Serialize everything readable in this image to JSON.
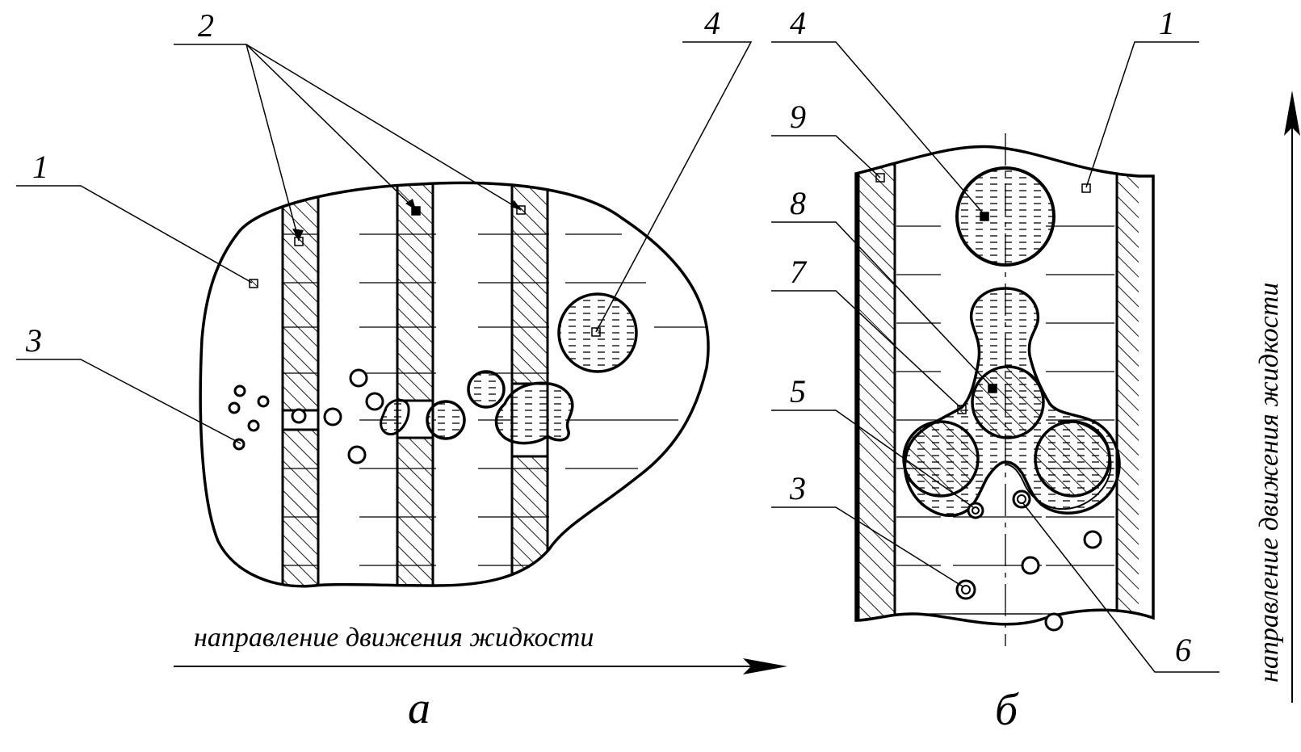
{
  "panel_a": {
    "labels": {
      "l1": "1",
      "l2": "2",
      "l3": "3",
      "l4": "4"
    },
    "caption": "направление движения жидкости",
    "sublabel": "а"
  },
  "panel_b": {
    "labels": {
      "l1": "1",
      "l3": "3",
      "l4": "4",
      "l5": "5",
      "l6": "6",
      "l7": "7",
      "l8": "8",
      "l9": "9"
    },
    "caption": "направление движения жидкости",
    "sublabel": "б"
  },
  "colors": {
    "ink": "#000000",
    "paper": "#ffffff"
  }
}
